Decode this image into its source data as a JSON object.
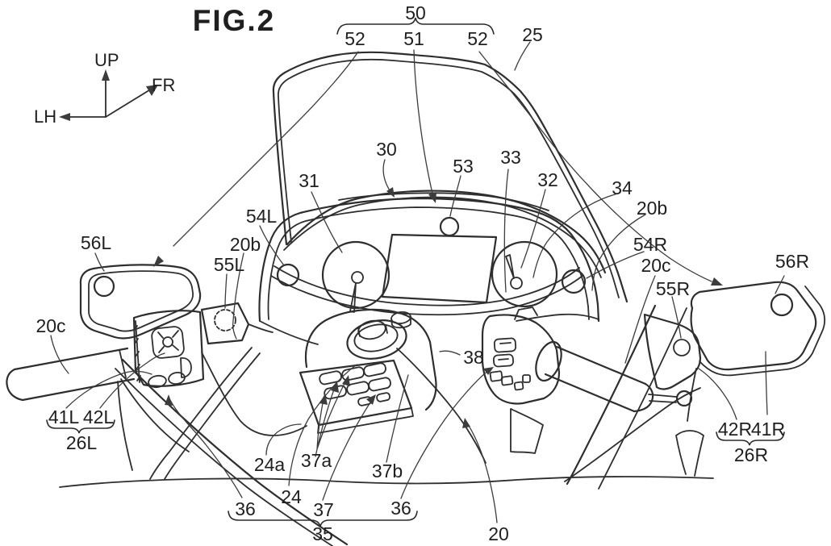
{
  "figure": {
    "title": "FIG.2"
  },
  "axes": {
    "up": "UP",
    "front": "FR",
    "left": "LH"
  },
  "refs": {
    "n50": "50",
    "n51": "51",
    "n52l": "52",
    "n52r": "52",
    "n25": "25",
    "n30": "30",
    "n31": "31",
    "n32": "32",
    "n33": "33",
    "n34": "34",
    "n53": "53",
    "n54l": "54L",
    "n55l": "55L",
    "n56l": "56L",
    "n20bl": "20b",
    "n20cl": "20c",
    "n54r": "54R",
    "n55r": "55R",
    "n56r": "56R",
    "n20br": "20b",
    "n20cr": "20c",
    "n41l": "41L",
    "n42l": "42L",
    "n26l": "26L",
    "n42r": "42R",
    "n41r": "41R",
    "n26r": "26R",
    "n24": "24",
    "n24a": "24a",
    "n35": "35",
    "n36l": "36",
    "n36r": "36",
    "n37": "37",
    "n37a": "37a",
    "n37b": "37b",
    "n38": "38",
    "n20": "20"
  }
}
